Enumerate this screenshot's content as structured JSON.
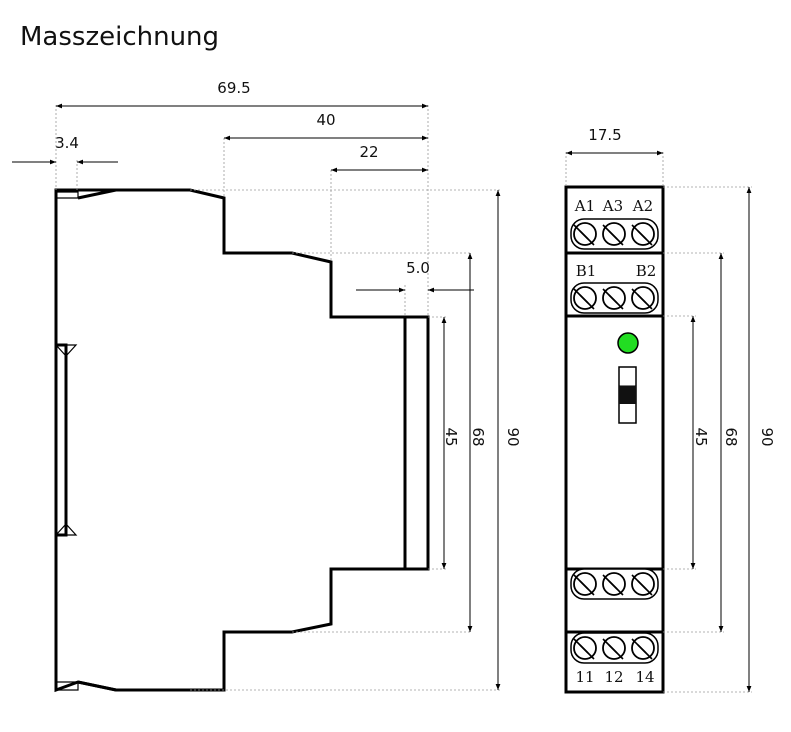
{
  "title": "Masszeichnung",
  "side_view": {
    "dims": {
      "overall_depth": "69.5",
      "front_depth": "40",
      "mid_depth": "22",
      "rail_offset": "3.4",
      "front_step": "5.0",
      "height_front": "45",
      "height_mid": "68",
      "height_total": "90"
    }
  },
  "front_view": {
    "dims": {
      "width": "17.5",
      "height_front": "45",
      "height_mid": "68",
      "height_total": "90"
    },
    "terminal_labels_top": [
      "A1",
      "A3",
      "A2"
    ],
    "terminal_labels_mid": [
      "B1",
      "B2"
    ],
    "terminal_labels_bottom": [
      "11",
      "12",
      "14"
    ],
    "led_color": "#22dd22"
  }
}
